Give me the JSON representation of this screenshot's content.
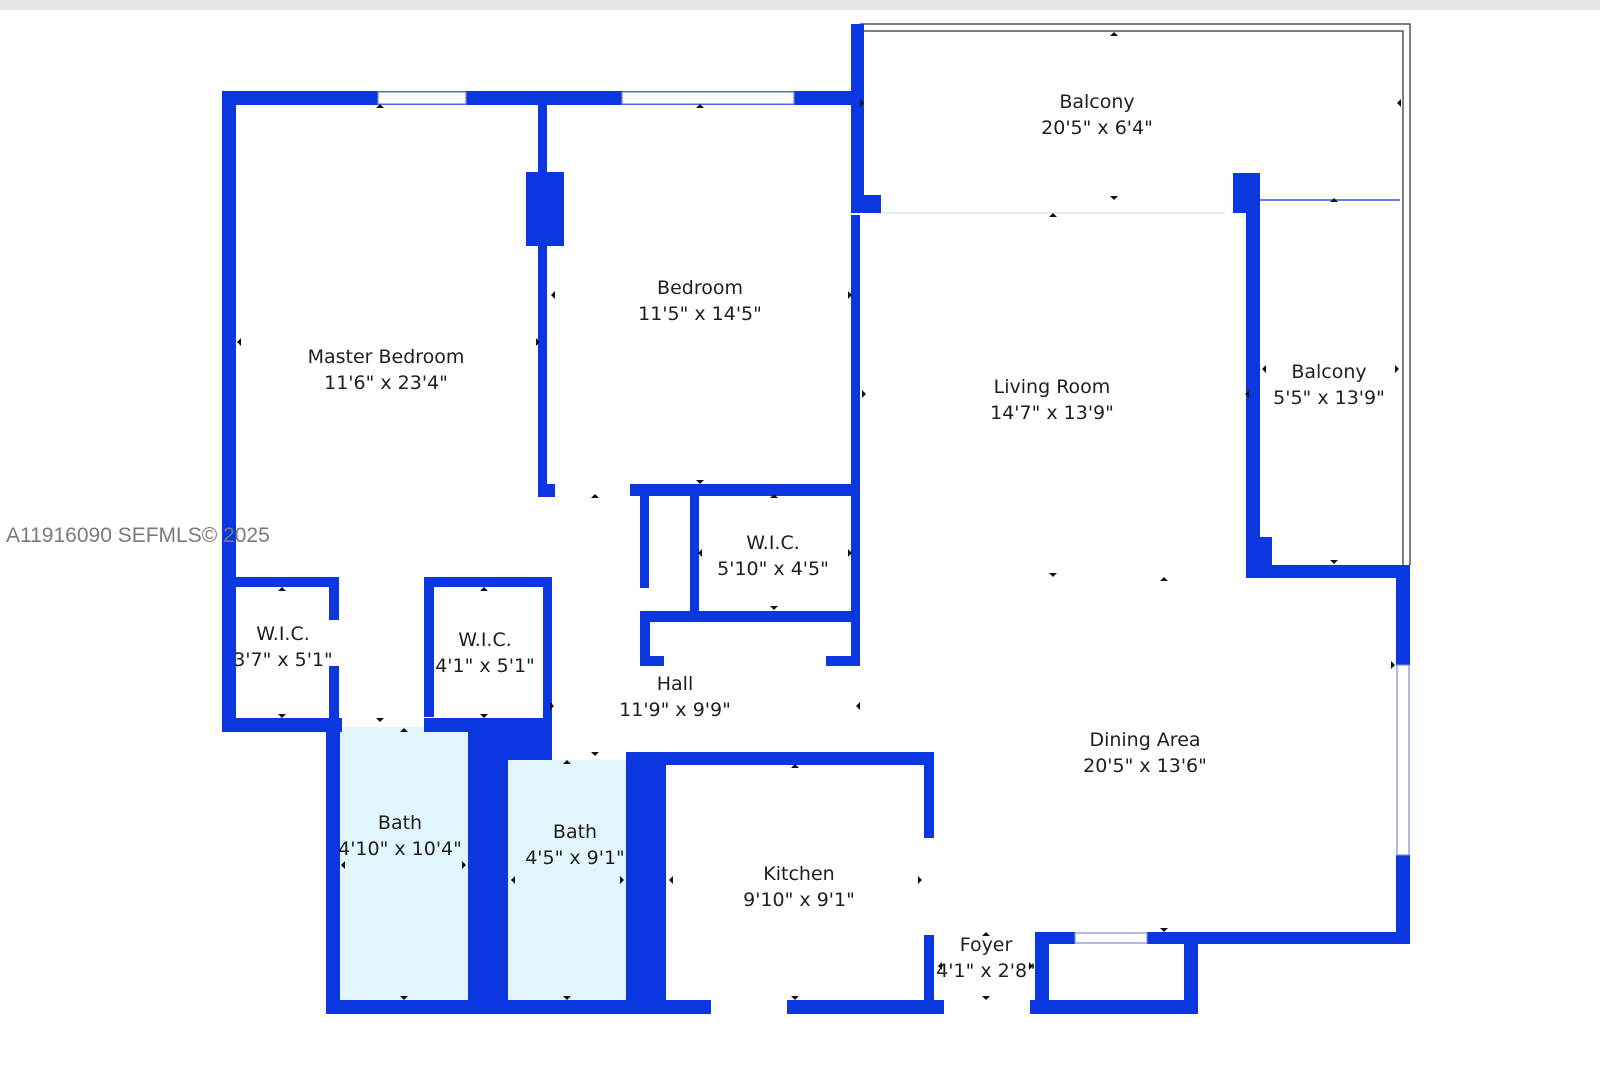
{
  "watermark": "A11916090  SEFMLS© 2025",
  "colors": {
    "wall": "#0a37e0",
    "bath_fill": "#e2f5fd",
    "outline": "#555555",
    "text": "#1e1e1e"
  },
  "rooms": {
    "master_bedroom": {
      "name": "Master Bedroom",
      "size": "11'6\" x 23'4\""
    },
    "bedroom": {
      "name": "Bedroom",
      "size": "11'5\" x 14'5\""
    },
    "balcony_top": {
      "name": "Balcony",
      "size": "20'5\" x 6'4\""
    },
    "balcony_right": {
      "name": "Balcony",
      "size": "5'5\" x 13'9\""
    },
    "living_room": {
      "name": "Living Room",
      "size": "14'7\" x 13'9\""
    },
    "wic_hall": {
      "name": "W.I.C.",
      "size": "5'10\" x 4'5\""
    },
    "wic_left": {
      "name": "W.I.C.",
      "size": "3'7\" x 5'1\""
    },
    "wic_mid": {
      "name": "W.I.C.",
      "size": "4'1\" x 5'1\""
    },
    "hall": {
      "name": "Hall",
      "size": "11'9\" x 9'9\""
    },
    "dining_area": {
      "name": "Dining Area",
      "size": "20'5\" x 13'6\""
    },
    "bath_left": {
      "name": "Bath",
      "size": "4'10\" x 10'4\""
    },
    "bath_right": {
      "name": "Bath",
      "size": "4'5\" x 9'1\""
    },
    "kitchen": {
      "name": "Kitchen",
      "size": "9'10\" x 9'1\""
    },
    "foyer": {
      "name": "Foyer",
      "size": "4'1\" x 2'8\""
    }
  }
}
